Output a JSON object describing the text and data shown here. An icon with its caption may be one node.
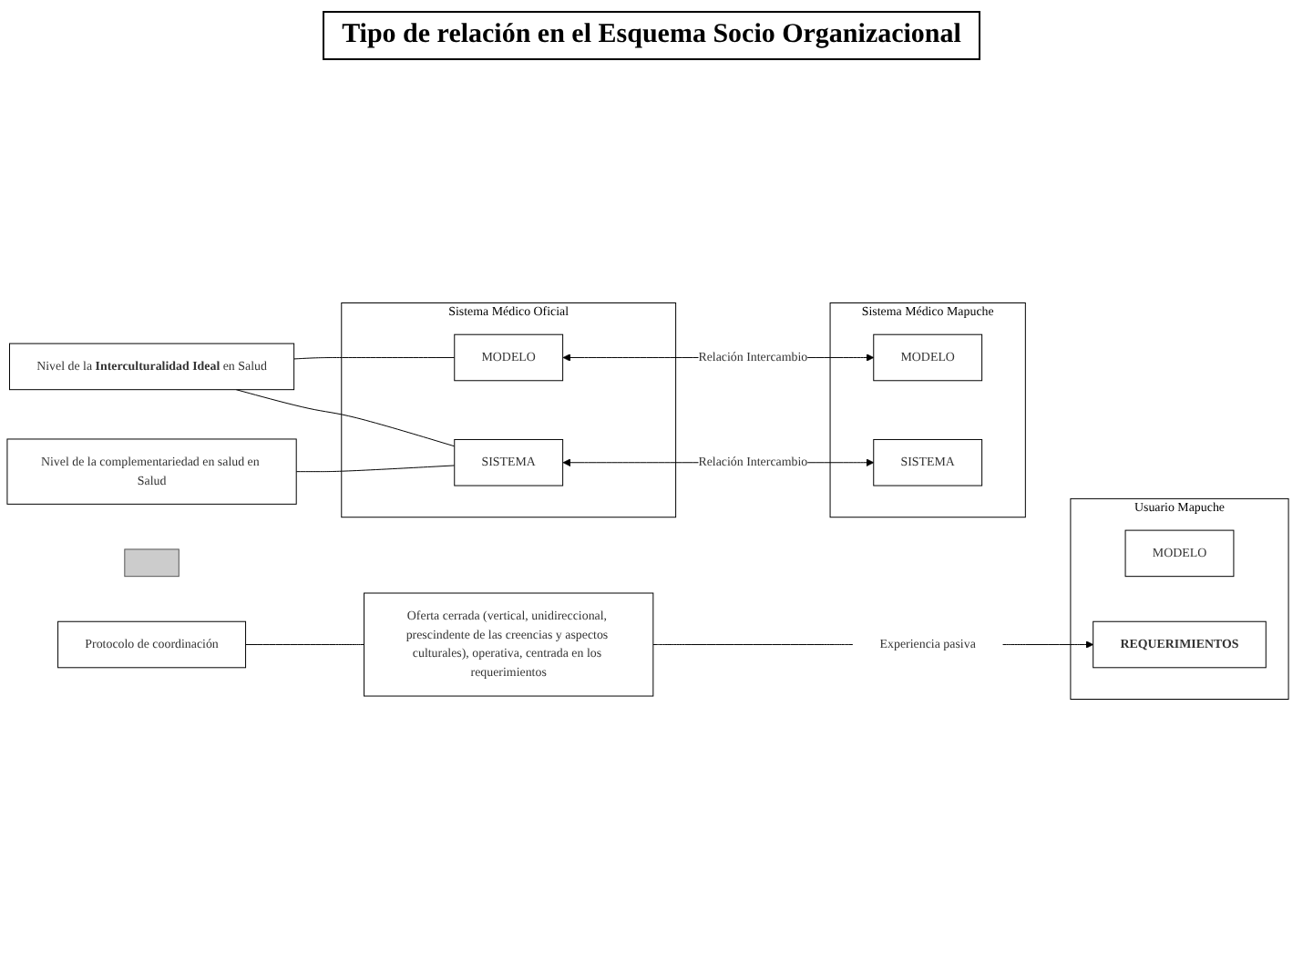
{
  "diagram": {
    "title": "Tipo de relación en el Esquema Socio Organizacional",
    "nodes": [
      {
        "text": [
          "Nivel de la **Interculturalidad Ideal** en Salud"
        ]
      },
      {
        "text": [
          "Nivel de la complementariedad en salud en Salud"
        ]
      },
      {
        "text": [
          "Sistema Médico Oficial"
        ]
      },
      {
        "text": [
          "MODELO"
        ],
        "in": 2
      },
      {
        "text": [
          "SISTEMA"
        ],
        "in": 2
      },
      {
        "text": [
          "Sistema Médico Mapuche"
        ]
      },
      {
        "text": [
          "MODELO"
        ],
        "in": 5
      },
      {
        "text": [
          "SISTEMA"
        ],
        "in": 5
      },
      {
        "text": [],
        "shape": "box"
      },
      {
        "text": [
          "Protocolo de coordinación"
        ]
      },
      {
        "text": [
          "Oferta cerrada (vertical, unidireccional, prescindente de las creencias y aspectos culturales), operativa, centrada en los requerimientos"
        ]
      },
      {
        "text": [
          "Usuario Mapuche"
        ]
      },
      {
        "text": [
          "MODELO"
        ],
        "in": 11
      },
      {
        "text": [
          "REQUERIMIENTOS"
        ],
        "in": 11
      },
      {
        "text": [
          "Experiencia pasiva"
        ]
      }
    ],
    "edges": [
      {
        "from": 0,
        "to": 3,
        "arrow": "none"
      },
      {
        "from": 0,
        "to": 4,
        "arrow": "none"
      },
      {
        "from": 1,
        "to": 4,
        "arrow": "none"
      },
      {
        "from": 3,
        "to": 6,
        "arrow": "both",
        "label": "Relación Intercambio"
      },
      {
        "from": 4,
        "to": 7,
        "arrow": "both",
        "label": "Relación Intercambio"
      },
      {
        "from": 9,
        "to": 10,
        "arrow": "none"
      },
      {
        "from": 10,
        "to": 14,
        "arrow": "none"
      },
      {
        "from": 14,
        "to": 13,
        "arrow": "to"
      }
    ]
  }
}
